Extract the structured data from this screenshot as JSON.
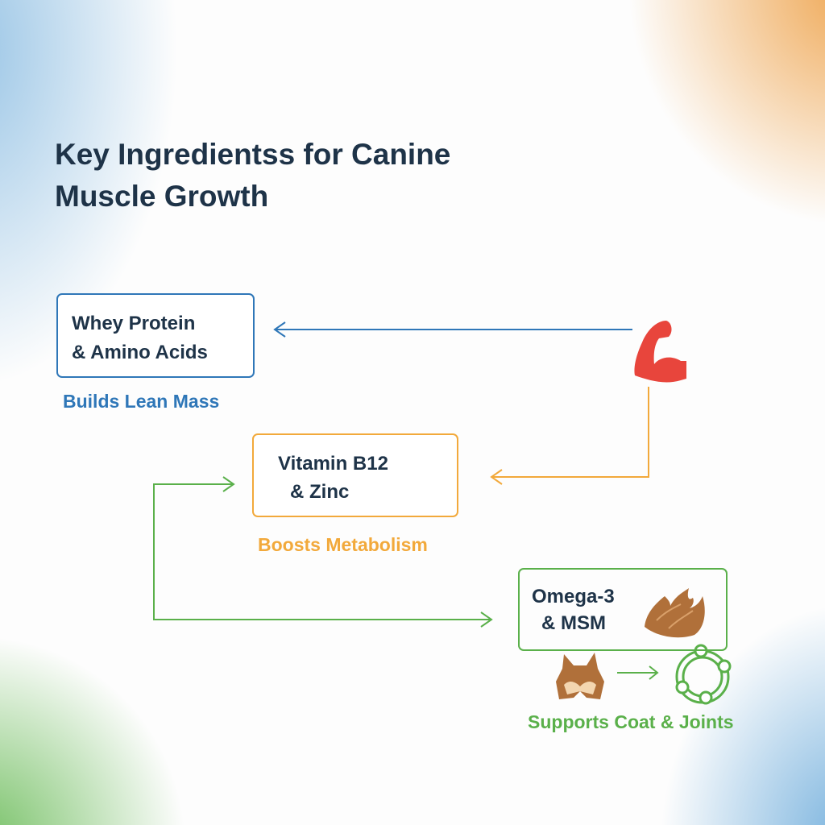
{
  "title": {
    "line1": "Key Ingredientss for Canine",
    "line2": "Muscle Growth"
  },
  "colors": {
    "navy": "#1e3348",
    "blue": "#2f77b8",
    "orange": "#f2a93b",
    "green": "#5ab04a",
    "red": "#e8453c",
    "brown": "#b0703a"
  },
  "nodes": [
    {
      "line1": "Whey Protein",
      "line2": "& Amino Acids",
      "caption": "Builds Lean Mass",
      "icon": "flexed-bicep-icon"
    },
    {
      "line1": "Vitamin B12",
      "line2": "& Zinc",
      "caption": "Boosts Metabolism",
      "icon": "lightning-bolt-icon"
    },
    {
      "line1": "Omega-3",
      "line2": "& MSM",
      "caption": "Supports Coat & Joints",
      "icon": "fur-coat-icon"
    }
  ]
}
